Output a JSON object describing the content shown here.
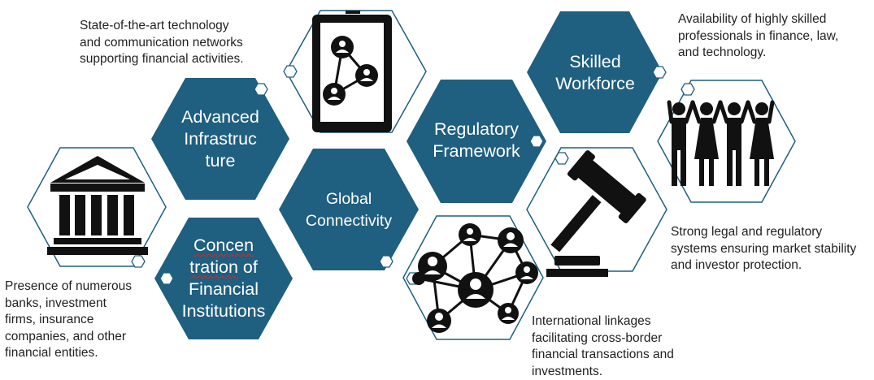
{
  "colors": {
    "hex_fill": "#1f5f80",
    "outline": "#1f5f80",
    "icon": "#111111",
    "text": "#222222"
  },
  "hexagons": {
    "advanced_infrastructure": {
      "line1": "Advanced",
      "line2": "Infrastruc",
      "line3": "ture"
    },
    "concentration": {
      "line1": "Concen",
      "line2": "tration",
      "line2b": " of",
      "line3": "Financial",
      "line4": "Institutions"
    },
    "global_connectivity": {
      "line1": "Global",
      "line2": "Connectivity"
    },
    "regulatory_framework": {
      "line1": "Regulatory",
      "line2": "Framework"
    },
    "skilled_workforce": {
      "line1": "Skilled",
      "line2": "Workforce"
    }
  },
  "descriptions": {
    "infrastructure": "State-of-the-art technology\nand communication networks\nsupporting financial activities.",
    "institutions": "Presence of numerous\nbanks, investment\nfirms, insurance\ncompanies, and other\nfinancial entities.",
    "connectivity": "International linkages\nfacilitating cross-border\nfinancial transactions and\ninvestments.",
    "regulatory": "Strong legal and regulatory\nsystems ensuring market stability\nand investor protection.",
    "workforce": "Availability of highly skilled\nprofessionals in finance, law,\nand technology."
  },
  "icons": [
    "bank-icon",
    "tablet-network-icon",
    "people-network-icon",
    "gavel-icon",
    "people-group-icon"
  ]
}
